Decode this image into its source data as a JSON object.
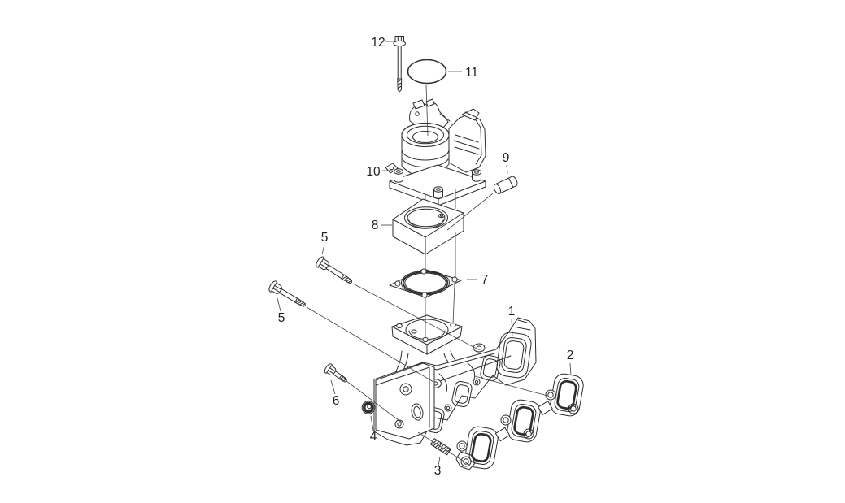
{
  "figure": {
    "type": "exploded-parts-diagram",
    "background_color": "#ffffff",
    "line_color": "#2d2d2d",
    "label_color": "#1f1f1f"
  },
  "callouts": [
    {
      "label": "1"
    },
    {
      "label": "2"
    },
    {
      "label": "3"
    },
    {
      "label": "4"
    },
    {
      "label": "5"
    },
    {
      "label": "5"
    },
    {
      "label": "6"
    },
    {
      "label": "7"
    },
    {
      "label": "8"
    },
    {
      "label": "9"
    },
    {
      "label": "10"
    },
    {
      "label": "11"
    },
    {
      "label": "12"
    }
  ]
}
